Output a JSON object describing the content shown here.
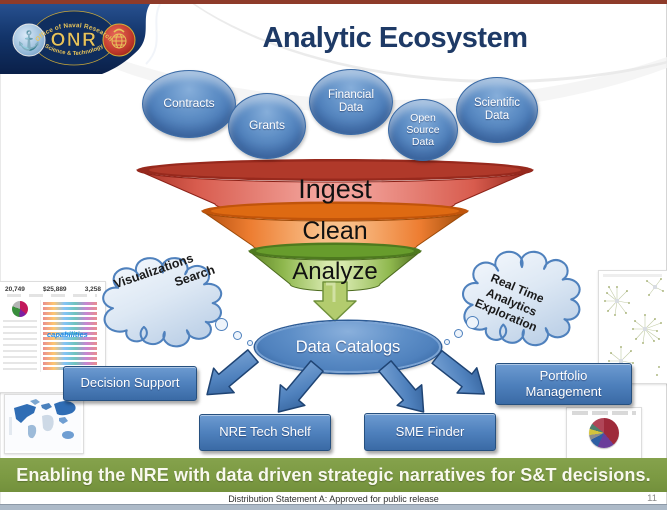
{
  "slide": {
    "title": "Analytic Ecosystem",
    "banner": "Enabling the NRE with data driven strategic narratives for S&T decisions.",
    "footer": "Distribution Statement A:  Approved for public release",
    "page_number": "11"
  },
  "logo": {
    "arc_top": "Office of Naval Research",
    "acronym": "ONR",
    "arc_bottom": "Science & Technology"
  },
  "data_sources": [
    {
      "label": "Contracts"
    },
    {
      "label": "Grants"
    },
    {
      "label": "Financial Data"
    },
    {
      "label": "Open Source Data"
    },
    {
      "label": "Scientific Data"
    }
  ],
  "funnel": {
    "stages": [
      "Ingest",
      "Clean",
      "Analyze"
    ]
  },
  "clouds": {
    "left": {
      "line1": "Visualizations",
      "line2": "Search"
    },
    "right": {
      "line1": "Real Time",
      "line2": "Analytics",
      "line3": "Exploration"
    }
  },
  "hub": {
    "label": "Data Catalogs"
  },
  "outputs": [
    {
      "label": "Decision Support"
    },
    {
      "label": "NRE Tech Shelf"
    },
    {
      "label": "SME Finder"
    },
    {
      "label": "Portfolio Management"
    }
  ],
  "thumbnails": {
    "dashboard": {
      "stat1": "20,749",
      "stat2": "$25,889",
      "stat3": "3,258",
      "wordcloud_word": "capabilities"
    }
  },
  "colors": {
    "accent_blue": "#4F81BD",
    "funnel_red": "#D85C4E",
    "funnel_orange": "#ED7D31",
    "funnel_green": "#8FB84E",
    "banner_green": "#7C9A43",
    "title_navy": "#1E3A66",
    "top_line_red": "#8E3B2A"
  }
}
